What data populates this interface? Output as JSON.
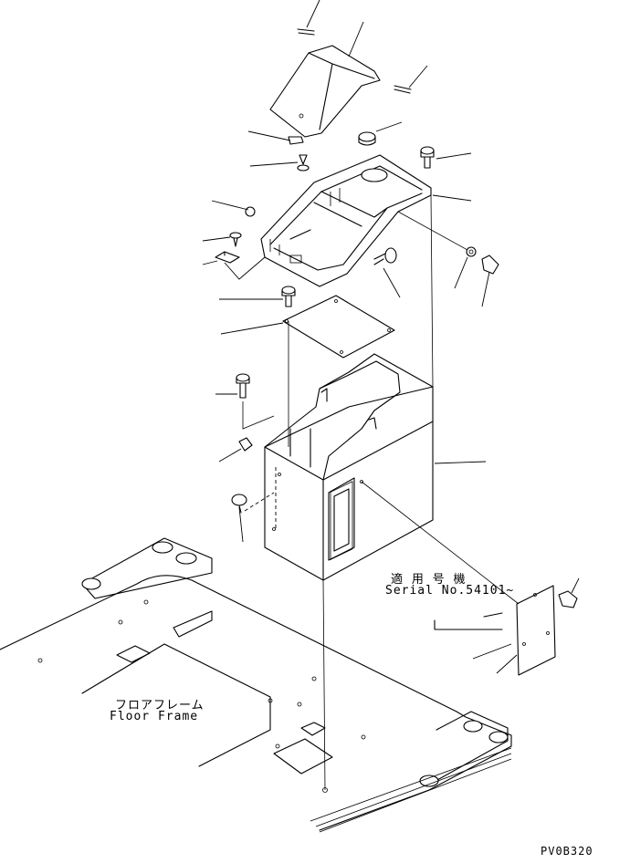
{
  "serial_note": {
    "applicability_jp": "適 用 号 機",
    "serial": "Serial No.54101~"
  },
  "floor_frame": {
    "label_jp": "フロアフレーム",
    "label_en": "Floor Frame"
  },
  "drawing_code": "PV0B320"
}
